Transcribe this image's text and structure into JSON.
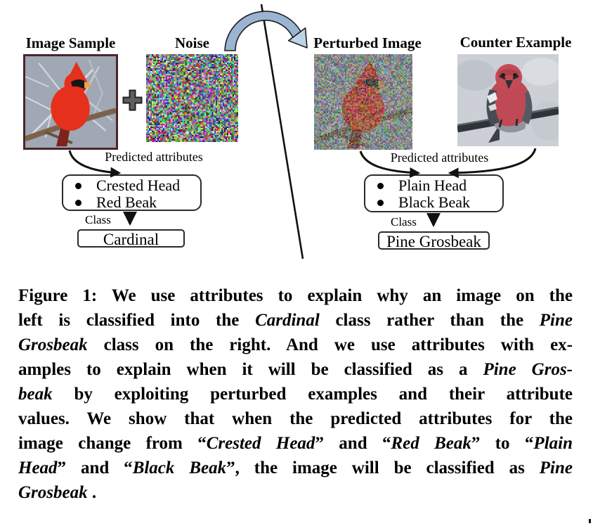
{
  "figure": {
    "labels": {
      "image_sample": "Image Sample",
      "noise": "Noise",
      "perturbed_image": "Perturbed Image",
      "counter_example": "Counter Example"
    },
    "left_branch": {
      "predicted_attributes": "Predicted attributes",
      "attributes": [
        "Crested Head",
        "Red Beak"
      ],
      "class_label": "Class",
      "class_name": "Cardinal"
    },
    "right_branch": {
      "predicted_attributes": "Predicted attributes",
      "attributes": [
        "Plain Head",
        "Black Beak"
      ],
      "class_label": "Class",
      "class_name": "Pine Grosbeak"
    },
    "colors": {
      "curved_arrow_body": "#9bb4d2",
      "curved_arrow_head": "#bdd3ea",
      "cardinal_red": "#e5301b",
      "grosbeak_rose": "#c04a55",
      "connector_black": "#111111"
    }
  },
  "caption": {
    "lines": [
      [
        {
          "t": "Figure 1: We use attributes to explain why an image on the"
        }
      ],
      [
        {
          "t": "left is classified into the "
        },
        {
          "t": "Cardinal",
          "i": true
        },
        {
          "t": " class rather than the "
        },
        {
          "t": "Pine",
          "i": true
        }
      ],
      [
        {
          "t": "Grosbeak",
          "i": true
        },
        {
          "t": " class on the right. And we use attributes with ex-"
        }
      ],
      [
        {
          "t": "amples to explain when it will be classified as a "
        },
        {
          "t": "Pine Gros-",
          "i": true
        }
      ],
      [
        {
          "t": "beak",
          "i": true
        },
        {
          "t": " by exploiting perturbed examples and their attribute"
        }
      ],
      [
        {
          "t": "values. We show that when the predicted attributes for the"
        }
      ],
      [
        {
          "t": "image change from “"
        },
        {
          "t": "Crested Head",
          "i": true
        },
        {
          "t": "” and “"
        },
        {
          "t": "Red Beak",
          "i": true
        },
        {
          "t": "” to “"
        },
        {
          "t": "Plain",
          "i": true
        }
      ],
      [
        {
          "t": "Head",
          "i": true
        },
        {
          "t": "” and “"
        },
        {
          "t": "Black Beak",
          "i": true
        },
        {
          "t": "”, the image will be classified as "
        },
        {
          "t": "Pine",
          "i": true
        }
      ],
      [
        {
          "t": "Grosbeak",
          "i": true
        },
        {
          "t": " ."
        }
      ]
    ]
  }
}
